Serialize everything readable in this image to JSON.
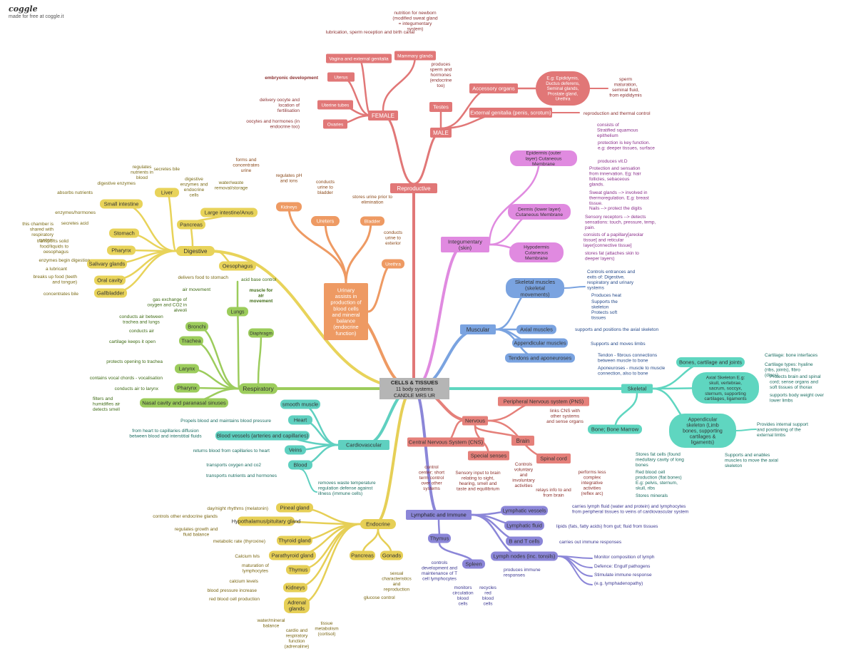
{
  "header": {
    "brand": "coggle",
    "tagline": "made for free at coggle.it"
  },
  "palette": {
    "reproductive": "#e17777",
    "urinary": "#ee9a63",
    "digestive": "#e8d35a",
    "respiratory": "#9ccc5c",
    "cardiovascular": "#5fd0c0",
    "endocrine": "#e6cf56",
    "lymphatic": "#8b86d8",
    "nervous": "#e5807a",
    "skeletal": "#5fd6c0",
    "muscular": "#7aa3e0",
    "integumentary": "#e08ae0",
    "center": "#b5b5b5"
  },
  "center": {
    "title": "CELLS & TISSUES",
    "sub1": "11 body systems",
    "sub2": "CANDLE MRS UR"
  },
  "systems": {
    "reproductive": "Reproductive",
    "urinary": "Urinary assists in production of blood cells and mineral balance (endocrine function)",
    "digestive": "Digestive",
    "respiratory": "Respiratory",
    "cardiovascular": "Cardiovascular",
    "endocrine": "Endocrine",
    "lymphatic": "Lymphatic and Immune",
    "nervous": "Nervous",
    "skeletal": "Skeletal",
    "muscular": "Muscular",
    "integumentary": "Integumentary (skin)"
  },
  "reproductive": {
    "female": "FEMALE",
    "male": "MALE",
    "vagina": "Vagina and external genitalia",
    "vagina_note": "lubrication, sperm reception and birth canal",
    "mammary": "Mammary glands",
    "mammary_note": "nutrition for newborn (modified sweat gland = integumentary system)",
    "uterus": "Uterus",
    "uterus_note": "embryonic development",
    "tubes": "Uterine tubes",
    "tubes_note": "delivery oocyte and location of fertilisation",
    "ovaries": "Ovaries",
    "ovaries_note": "oocytes and hormones (in endocrine too)",
    "testes": "Testes",
    "testes_note": "produces sperm and hormones (endocrine too)",
    "accessory": "Accessory organs",
    "accessory_eg": "E.g: Epididymis, Ductus deferens, Seminal glands, Prostate gland, Urethra",
    "accessory_note": "sperm maturation, seminal fluid, from epididymis",
    "genitalia": "External genitalia (penis, scrotum)",
    "genitalia_note": "reproduction and thermal control"
  },
  "urinary": {
    "kidneys": "Kidneys",
    "kidneys_note_a": "forms and concentrates urine",
    "kidneys_note_b": "regulates pH and ions",
    "ureters": "Ureters",
    "ureters_note": "conducts urine to bladder",
    "bladder": "Bladder",
    "bladder_note": "stores urine prior to elimination",
    "urethra": "Urethra",
    "urethra_note": "conducts urine to exterior"
  },
  "digestive": {
    "liver": "Liver",
    "liver_a": "regulates nutrients in blood",
    "liver_b": "secretes bile",
    "pancreas": "Pancreas",
    "pancreas_note": "digestive enzymes and endocrine cells",
    "large_int": "Large intestine/Anus",
    "large_int_note": "water/waste removal/storage",
    "small_int": "Small intestine",
    "small_a": "digestive enzymes",
    "small_b": "absorbs nutrients",
    "stomach": "Stomach",
    "stomach_a": "enzymes/hormones",
    "stomach_b": "secretes acid",
    "pharynx": "Pharynx",
    "pharynx_a": "this chamber is shared with respiratory system",
    "pharynx_b": "transports solid food/liquids to oesophagus",
    "salivary": "Salivary glands",
    "salivary_a": "enzymes begin digestion",
    "salivary_b": "a lubricant",
    "oral": "Oral cavity",
    "oral_note": "breaks up food (teeth and tongue)",
    "gall": "Gallbladder",
    "gall_note": "concentrates bile",
    "oeso": "Oesophagus",
    "oeso_note": "delivers food to stomach"
  },
  "respiratory": {
    "lungs": "Lungs",
    "lungs_a": "air movement",
    "lungs_b": "gas exchange of oxygen and CO2 in alveoli",
    "acid": "acid base control",
    "muscle": "muscle for air movement",
    "diaphragm": "Diaphragm",
    "bronchi": "Bronchi",
    "bronchi_note": "conducts air between trachea and lungs",
    "trachea": "Trachea",
    "trachea_a": "conducts air",
    "trachea_b": "cartilage keeps it open",
    "larynx": "Larynx",
    "larynx_a": "protects opening to trachea",
    "larynx_b": "contains vocal chords - vocalisation",
    "pharynx": "Pharynx",
    "pharynx_note": "conducts air to larynx",
    "nasal": "Nasal cavity and paranasal sinuses",
    "nasal_a": "filters and humidifies air",
    "nasal_b": "detects smell"
  },
  "cardio": {
    "smooth": "smooth muscle",
    "heart": "Heart",
    "heart_note": "Propels blood and maintains blood pressure",
    "vessels": "Blood vessels (arteries and capillaries)",
    "vessels_note": "from heart to capillaries diffusion between blood and interstitial fluids",
    "veins": "Veins",
    "veins_note": "returns blood from capillaries to heart",
    "blood": "Blood",
    "blood_a": "transports oxygen and co2",
    "blood_b": "transports nutrients and hormones",
    "blood_c": "removes waste temperature regulation defense against illness (immune cells)"
  },
  "endocrine": {
    "pineal": "Pineal gland",
    "pineal_note": "day/night rhythms (melatonin)",
    "hypo": "Hypothalamus/pituitary gland",
    "hypo_a": "controls other endocrine glands",
    "hypo_b": "regulates growth and fluid balance",
    "thyroid": "Thyroid gland",
    "thyroid_note": "metabolic rate (thyroxine)",
    "parathyroid": "Parathyroid gland",
    "parathyroid_note": "Calcium lvls",
    "thymus": "Thymus",
    "thymus_note": "maturation of lymphocytes",
    "kidneys": "Kidneys",
    "kidneys_a": "calcium levels",
    "kidneys_b": "blood pressure increase",
    "kidneys_c": "red blood cell production",
    "adrenal": "Adrenal glands",
    "adrenal_a": "water/mineral balance",
    "adrenal_b": "cardio and respiratory function (adrenaline)",
    "adrenal_c": "tissue metabolism (cortisol)",
    "pancreas": "Pancreas",
    "pancreas_note": "glucose control",
    "gonads": "Gonads",
    "gonads_note": "sexual characteristics and reproduction"
  },
  "lymph": {
    "vessels": "Lymphatic vessels",
    "vessels_note": "carries lymph fluid (water and protein) and lymphocytes from peripheral tissues to veins of cardiovascular system",
    "fluid": "Lymphatic fluid",
    "fluid_note": "lipids (fats, fatty acids) from gut; fluid from tissues",
    "bt": "B and T cells",
    "bt_note": "carries out immune responses",
    "nodes": "Lymph nodes (inc. tonsils)",
    "nodes_a": "Monitor composition of lymph",
    "nodes_b": "Defence: Engulf pathogens",
    "nodes_c": "Stimulate immune response",
    "nodes_d": "(e.g. lymphadenopathy)",
    "thymus": "Thymus",
    "thymus_note": "controls development and maintenance of T cell lymphocytes",
    "spleen": "Spleen",
    "spleen_a": "produces immune responses",
    "spleen_b": "monitors circulation blood cells",
    "spleen_c": "recycles red blood cells"
  },
  "nervous": {
    "pns": "Peripheral Nervous system (PNS)",
    "pns_note": "links CNS with other systems and sense organs",
    "cns": "Central Nervous System (CNS)",
    "cns_note": "control center; short term control over other systems",
    "senses": "Special senses",
    "senses_note": "Sensory input to brain relating to sight, hearing, smell and taste and equilibrium",
    "brain": "Brain",
    "brain_note": "Controls voluntary and involuntary activities",
    "cord": "Spinal cord",
    "cord_a": "relays info to and from brain",
    "cord_b": "performs less complex integrative activities (reflex arc)"
  },
  "skeletal": {
    "bones": "Bones, cartilage and joints",
    "bones_a": "Cartilage: bone interfaces",
    "bones_b": "Cartilage types: hyaline (ribs, joints), fibro (discs)",
    "axial": "Axial Skeleton E.g: skull, vertebrae, sacrum, soccyx, sternum, supporting cartilages, ligaments",
    "axial_a": "Protects brain and spinal cord; sense organs and soft tissues of thorax",
    "axial_b": "supports body weight over lower limbs",
    "app": "Appendicular skeleton (Limb bones, supporting cartilages & ligaments)",
    "app_a": "Provides internal support and positioning of the external limbs",
    "app_b": "Supports and enables muscles to move the axial skeleton",
    "marrow": "Bone; Bone Marrow",
    "marrow_a": "Stores fat cells (found medullary cavity of long bones",
    "marrow_b": "Red blood cell production (flat bones) E.g: pelvis, sternum, skull, ribs",
    "marrow_c": "Stores minerals"
  },
  "muscular": {
    "skeletal": "Skeletal muscles (skeletal movements)",
    "skeletal_a": "Controls entrances and exits of: Digestive, respiratory and urinary systems",
    "skeletal_b": "Produces heat",
    "skeletal_c": "Supports the skeleton",
    "skeletal_d": "Protects soft tissues",
    "axial": "Axial muscles",
    "axial_note": "supports and positions the axial skeleton",
    "app": "Appendicular muscles",
    "app_note": "Supports and moves limbs",
    "tendons": "Tendons and aponeuroses",
    "tendons_a": "Tendon - fibrous connections between muscle to bone",
    "tendons_b": "Aponeuroses - muscle to muscle connection, also to bone"
  },
  "integ": {
    "epi": "Epidermis (outer layer) Cutaneous Membrane",
    "epi_a": "consists of Stratified squamous epithelium",
    "epi_b": "protection is key function. e.g: deeper tissues, surface",
    "epi_c": "produces vit.D",
    "dermis": "Dermis (lower layer) Cutaneous Membrane",
    "dermis_a": "Protection and sensation from innervation. Eg: hair follicles, sebaceous glands.",
    "dermis_b": "Sweat glands --> involved in thermoregulation. E.g: breast tissue.",
    "dermis_c": "Nails --> protect the digits",
    "dermis_d": "Sensory receptors --> detects sensations: touch, pressure, temp, pain.",
    "dermis_e": "consists of a papillary[areolar tissue] and reticular layer[connective tissue]",
    "hypo": "Hypodermis Cutaneous Membrane",
    "hypo_note": "stores fat (attaches skin to deeper layers)"
  }
}
